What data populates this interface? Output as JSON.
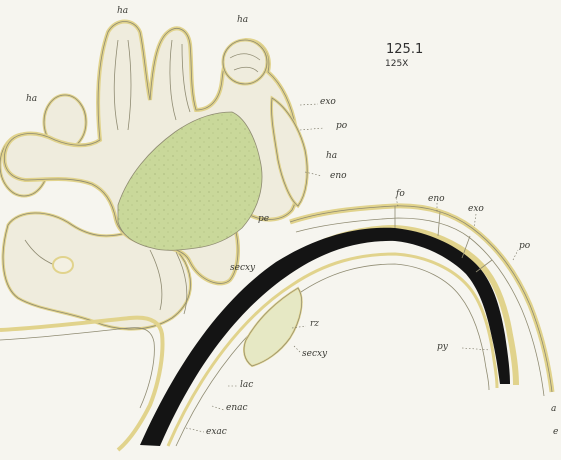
{
  "figure": {
    "number": "125.1",
    "magnification": "125X"
  },
  "labels": {
    "ha_top": "ha",
    "ha_right": "ha",
    "ha_left": "ha",
    "ha_mid": "ha",
    "exo_1": "exo",
    "po_1": "po",
    "eno_1": "eno",
    "pe": "pe",
    "secxy_1": "secxy",
    "fo": "fo",
    "eno_2": "eno",
    "exo_2": "exo",
    "po_2": "po",
    "rz": "rz",
    "secxy_2": "secxy",
    "py": "py",
    "lac": "lac",
    "enac": "enac",
    "exac": "exac",
    "edge_a": "a",
    "edge_e": "e"
  },
  "colors": {
    "paper": "#f6f5ef",
    "yellow_outline": "#e1d38c",
    "green_tissue": "#c9d89a",
    "black_layer": "#141414",
    "ink": "#3a3a34"
  }
}
